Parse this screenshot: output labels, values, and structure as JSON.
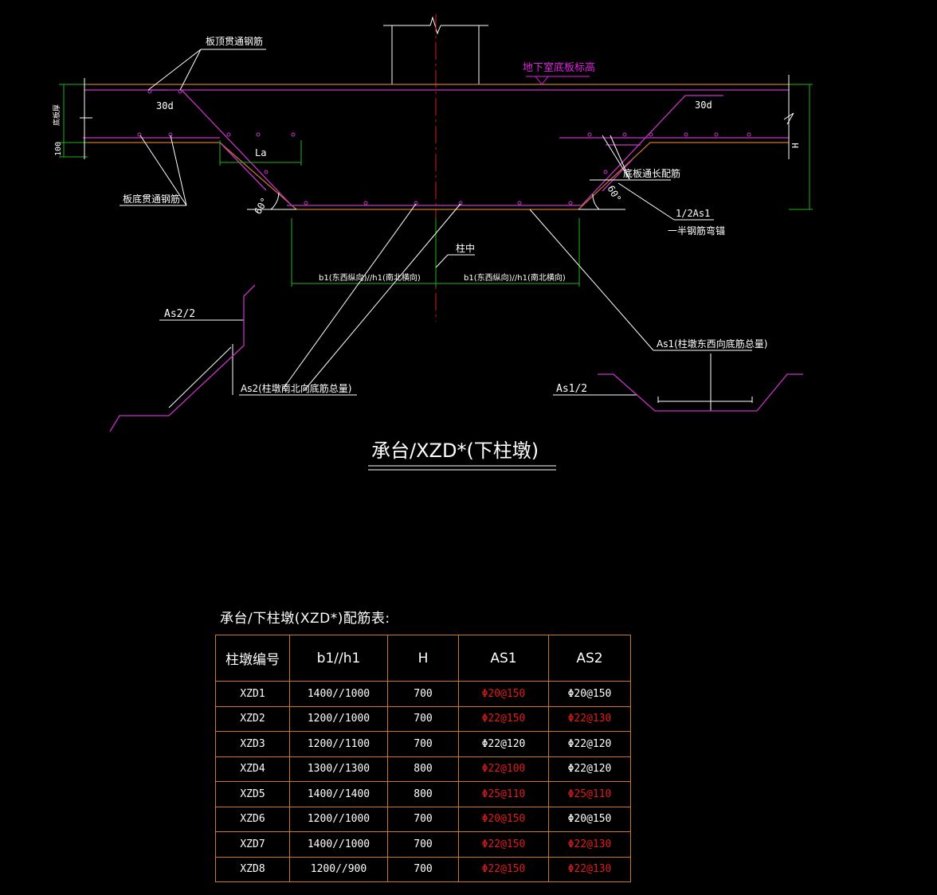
{
  "colors": {
    "background": "#000000",
    "slab_line": "#c87a2a",
    "rebar": "#c832c8",
    "dimension": "#1fb41f",
    "axis": "#e21a1a",
    "text": "#ffffff",
    "highlight_text": "#e21a1a",
    "magenta_text": "#e020e0"
  },
  "drawing": {
    "labels": {
      "top_rebar": "板顶贯通钢筋",
      "bottom_rebar": "板底贯通钢筋",
      "basement_level": "地下室底板标高",
      "anchor_left": "30d",
      "anchor_right": "30d",
      "la": "La",
      "slab_thickness": "底板厚",
      "dim_100": "100",
      "dim_H": "H",
      "angle_left": "60°",
      "angle_right": "60°",
      "bottom_long_rebar": "底板通长配筋",
      "half_as1": "1/2As1",
      "half_bent_anchor": "一半钢筋弯锚",
      "column_center": "柱中",
      "b1_left": "b1(东西纵向)//h1(南北横向)",
      "b1_right": "b1(东西纵向)//h1(南北横向)",
      "as2_half": "As2/2",
      "as1_total": "As1(柱墩东西向底筋总量)",
      "as2_total": "As2(柱墩南北向底筋总量)",
      "as1_half": "As1/2"
    },
    "title": "承台/XZD*(下柱墩)"
  },
  "table": {
    "title": "承台/下柱墩(XZD*)配筋表:",
    "headers": [
      "柱墩编号",
      "b1//h1",
      "H",
      "AS1",
      "AS2"
    ],
    "rows": [
      {
        "id": "XZD1",
        "b1h1": "1400//1000",
        "H": "700",
        "as1": "Φ20@150",
        "as1_red": true,
        "as2": "Φ20@150",
        "as2_red": false
      },
      {
        "id": "XZD2",
        "b1h1": "1200//1000",
        "H": "700",
        "as1": "Φ22@150",
        "as1_red": true,
        "as2": "Φ22@130",
        "as2_red": true
      },
      {
        "id": "XZD3",
        "b1h1": "1200//1100",
        "H": "700",
        "as1": "Φ22@120",
        "as1_red": false,
        "as2": "Φ22@120",
        "as2_red": false
      },
      {
        "id": "XZD4",
        "b1h1": "1300//1300",
        "H": "800",
        "as1": "Φ22@100",
        "as1_red": true,
        "as2": "Φ22@120",
        "as2_red": false
      },
      {
        "id": "XZD5",
        "b1h1": "1400//1400",
        "H": "800",
        "as1": "Φ25@110",
        "as1_red": true,
        "as2": "Φ25@110",
        "as2_red": true
      },
      {
        "id": "XZD6",
        "b1h1": "1200//1000",
        "H": "700",
        "as1": "Φ20@150",
        "as1_red": true,
        "as2": "Φ20@150",
        "as2_red": false
      },
      {
        "id": "XZD7",
        "b1h1": "1400//1000",
        "H": "700",
        "as1": "Φ22@150",
        "as1_red": true,
        "as2": "Φ22@130",
        "as2_red": true
      },
      {
        "id": "XZD8",
        "b1h1": "1200//900",
        "H": "700",
        "as1": "Φ22@150",
        "as1_red": true,
        "as2": "Φ22@130",
        "as2_red": true
      }
    ]
  }
}
